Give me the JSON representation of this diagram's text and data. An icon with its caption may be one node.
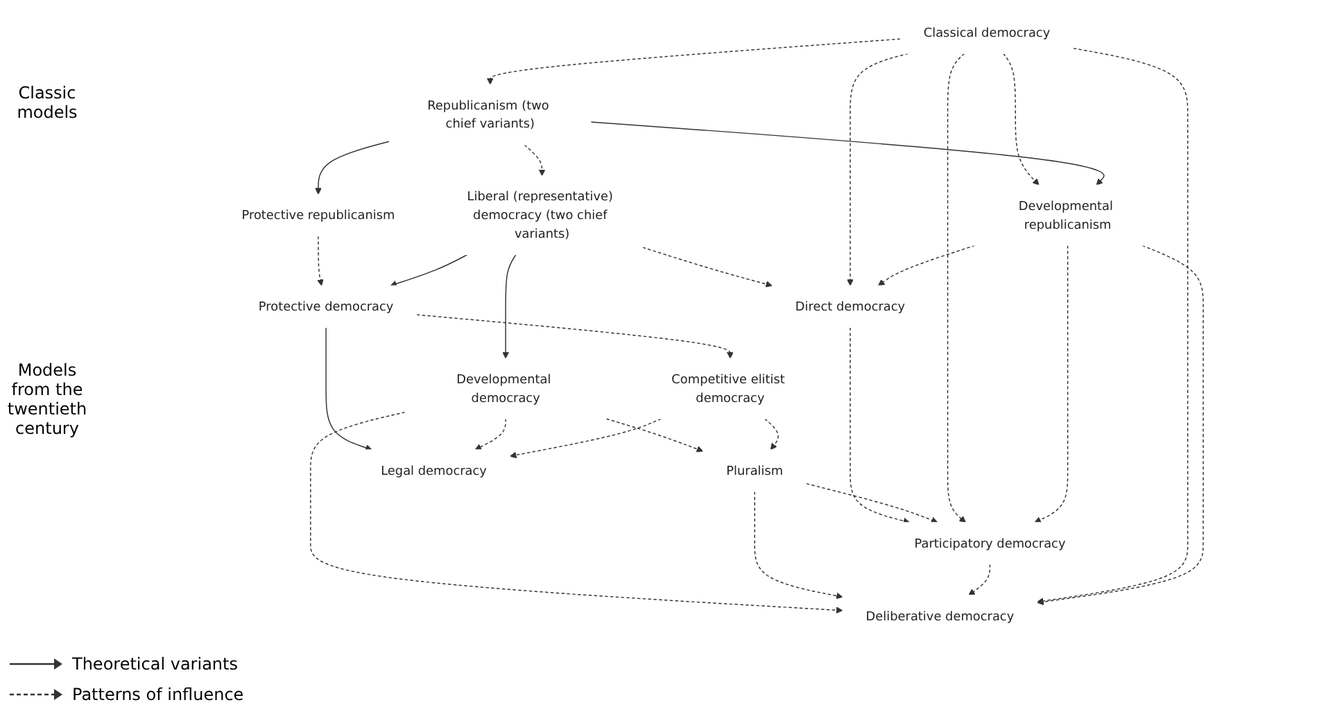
{
  "diagram": {
    "nodes": [
      {
        "text": [
          "Classical democracy"
        ]
      },
      {
        "text": [
          "Republicanism (two chief variants)"
        ]
      },
      {
        "text": [
          "Liberal (representative) democracy (two chief variants)"
        ]
      },
      {
        "text": [
          "Direct democracy"
        ]
      },
      {
        "text": [
          "Developmental republicanism"
        ]
      },
      {
        "text": [
          "Protective republicanism"
        ]
      },
      {
        "text": [
          "Protective democracy"
        ]
      },
      {
        "text": [
          "Developmental democracy"
        ]
      },
      {
        "text": [
          "Competitive elitist democracy"
        ]
      },
      {
        "text": [
          "Pluralism"
        ]
      },
      {
        "text": [
          "Legal democracy"
        ]
      },
      {
        "text": [
          "Deliberative democracy"
        ]
      },
      {
        "text": [
          "Participatory democracy"
        ]
      }
    ],
    "edges": [
      {
        "from": 0,
        "to": 1,
        "arrow": "to",
        "style": "dashed"
      },
      {
        "from": 0,
        "to": 4,
        "arrow": "to",
        "style": "dashed"
      },
      {
        "from": 1,
        "to": 4,
        "arrow": "to"
      },
      {
        "from": 1,
        "to": 5,
        "arrow": "to"
      },
      {
        "from": 1,
        "to": 2,
        "arrow": "to",
        "style": "dashed"
      },
      {
        "from": 5,
        "to": 6,
        "arrow": "to",
        "style": "dashed"
      },
      {
        "from": 2,
        "to": 6,
        "arrow": "to"
      },
      {
        "from": 2,
        "to": 7,
        "arrow": "to"
      },
      {
        "from": 2,
        "to": 3,
        "arrow": "to",
        "style": "dashed"
      },
      {
        "from": 6,
        "to": 10,
        "arrow": "to"
      },
      {
        "from": 6,
        "to": 8,
        "arrow": "to",
        "style": "dashed"
      },
      {
        "from": 7,
        "to": 10,
        "arrow": "to",
        "style": "dashed"
      },
      {
        "from": 7,
        "to": 9,
        "arrow": "to",
        "style": "dashed"
      },
      {
        "from": 7,
        "to": 11,
        "arrow": "to",
        "style": "dashed"
      },
      {
        "from": 3,
        "to": 12,
        "arrow": "to",
        "style": "dashed"
      },
      {
        "from": 8,
        "to": 10,
        "arrow": "to",
        "style": "dashed"
      },
      {
        "from": 8,
        "to": 9,
        "arrow": "to",
        "style": "dashed"
      },
      {
        "from": 9,
        "to": 11,
        "arrow": "to",
        "style": "dashed"
      },
      {
        "from": 9,
        "to": 12,
        "arrow": "to",
        "style": "dashed"
      },
      {
        "from": 12,
        "to": 11,
        "arrow": "to",
        "style": "dashed"
      },
      {
        "from": 0,
        "to": 11,
        "arrow": "to",
        "style": "dashed"
      },
      {
        "from": 0,
        "to": 12,
        "arrow": "to",
        "style": "dashed"
      },
      {
        "from": 0,
        "to": 3,
        "arrow": "to",
        "style": "dashed"
      },
      {
        "from": 4,
        "to": 11,
        "arrow": "to",
        "style": "dashed"
      },
      {
        "from": 4,
        "to": 12,
        "arrow": "to",
        "style": "dashed"
      },
      {
        "from": 4,
        "to": 3,
        "arrow": "to",
        "style": "dashed"
      }
    ],
    "labels": [
      "Classic models",
      "Models from the twentieth century"
    ],
    "legend": [
      {
        "text": "Theoretical variants"
      },
      {
        "text": "Patterns of influence"
      }
    ]
  }
}
